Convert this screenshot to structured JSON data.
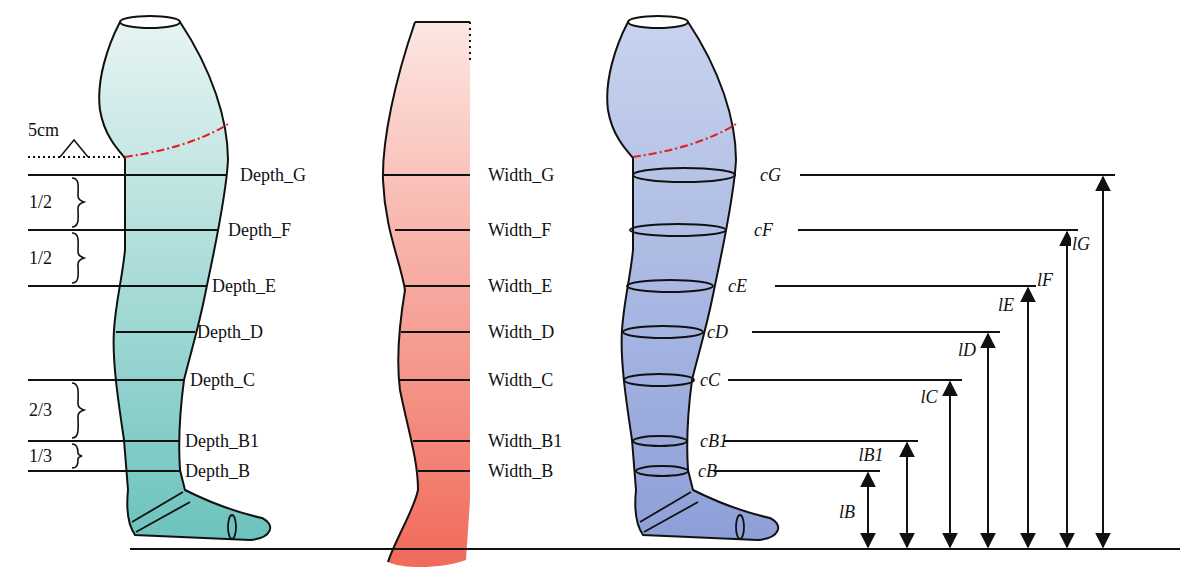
{
  "diagram": {
    "labels": [
      "5cm",
      "Depth_G",
      "1/2",
      "Depth_F",
      "1/2",
      "Depth_E",
      "Depth_D",
      "Depth_C",
      "2/3",
      "Depth_B1",
      "1/3",
      "Depth_B",
      "Width_G",
      "Width_F",
      "Width_E",
      "Width_D",
      "Width_C",
      "Width_B1",
      "Width_B",
      "cG",
      "cF",
      "cE",
      "cD",
      "cC",
      "cB1",
      "cB",
      "lG",
      "lF",
      "lE",
      "lD",
      "lC",
      "lB1",
      "lB"
    ]
  }
}
